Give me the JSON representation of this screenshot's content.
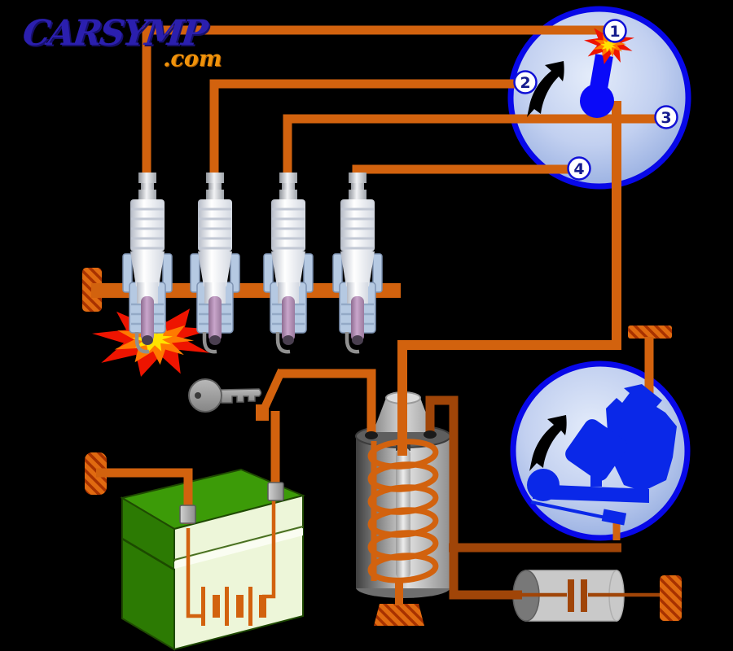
{
  "logo": {
    "brand": "CARSYMP",
    "suffix": ".com"
  },
  "distributor_cap": {
    "labels": [
      "1",
      "2",
      "3",
      "4"
    ]
  },
  "colors": {
    "background": "#000000",
    "wire": "#D2620E",
    "wire_dark": "#A04508",
    "ground": "#E06A10",
    "ground_hatch": "#A83200",
    "circle_border": "#0808E8",
    "circle_fill": "#C2D0F0",
    "rotor": "#0A0AF8",
    "breaker_parts": "#0A28E8",
    "battery_top": "#3C9B08",
    "battery_side": "#2C7A03",
    "battery_front": "#EDF6D9",
    "spark_red": "#EE1400",
    "spark_orange": "#FF7A00",
    "spark_yellow": "#FFE300",
    "logo_blue": "#2B1FAE",
    "logo_orange": "#F0930B"
  },
  "components": [
    "spark-plug-1",
    "spark-plug-2",
    "spark-plug-3",
    "spark-plug-4",
    "distributor-cap",
    "rotor",
    "rotation-arrow",
    "ignition-coil",
    "battery",
    "ignition-key",
    "ignition-switch",
    "contact-breaker",
    "condenser",
    "ground-symbol",
    "spark-flash"
  ]
}
